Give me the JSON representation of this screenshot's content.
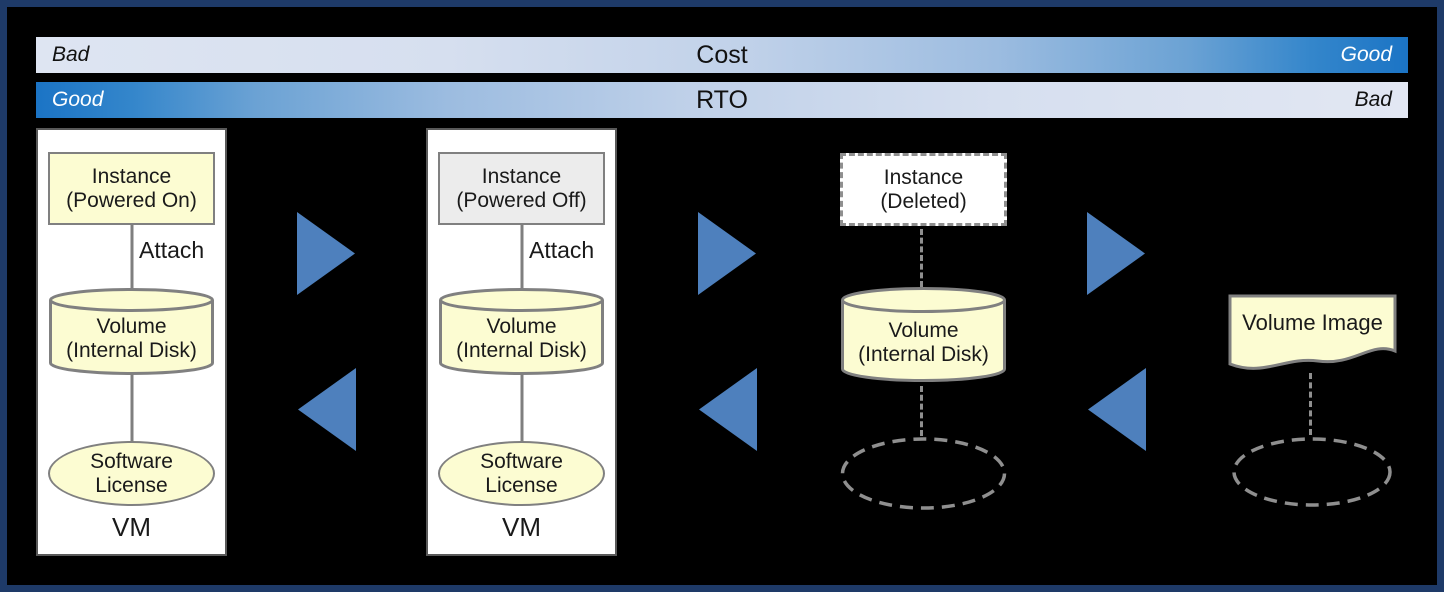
{
  "meters": {
    "cost": {
      "title": "Cost",
      "left_label": "Bad",
      "right_label": "Good"
    },
    "rto": {
      "title": "RTO",
      "left_label": "Good",
      "right_label": "Bad"
    }
  },
  "stages": [
    {
      "name": "vm-powered-on",
      "instance_line1": "Instance",
      "instance_line2": "(Powered On)",
      "attach_label": "Attach",
      "volume_line1": "Volume",
      "volume_line2": "(Internal Disk)",
      "license_line1": "Software",
      "license_line2": "License",
      "container_label": "VM"
    },
    {
      "name": "vm-powered-off",
      "instance_line1": "Instance",
      "instance_line2": "(Powered Off)",
      "attach_label": "Attach",
      "volume_line1": "Volume",
      "volume_line2": "(Internal Disk)",
      "license_line1": "Software",
      "license_line2": "License",
      "container_label": "VM"
    },
    {
      "name": "instance-deleted",
      "instance_line1": "Instance",
      "instance_line2": "(Deleted)",
      "volume_line1": "Volume",
      "volume_line2": "(Internal Disk)"
    },
    {
      "name": "volume-image",
      "image_label": "Volume Image"
    }
  ],
  "colors": {
    "frame_border": "#1e3a68",
    "background": "#000000",
    "arrow_blue": "#4e80bd",
    "gradient_strong_blue": "#1b74c5",
    "gradient_light": "#dee5f2",
    "shape_yellow": "#fcfcd2",
    "instance_off_gray": "#ececec",
    "shape_border_gray": "#808080",
    "dashed_gray": "#8f8f8f"
  }
}
